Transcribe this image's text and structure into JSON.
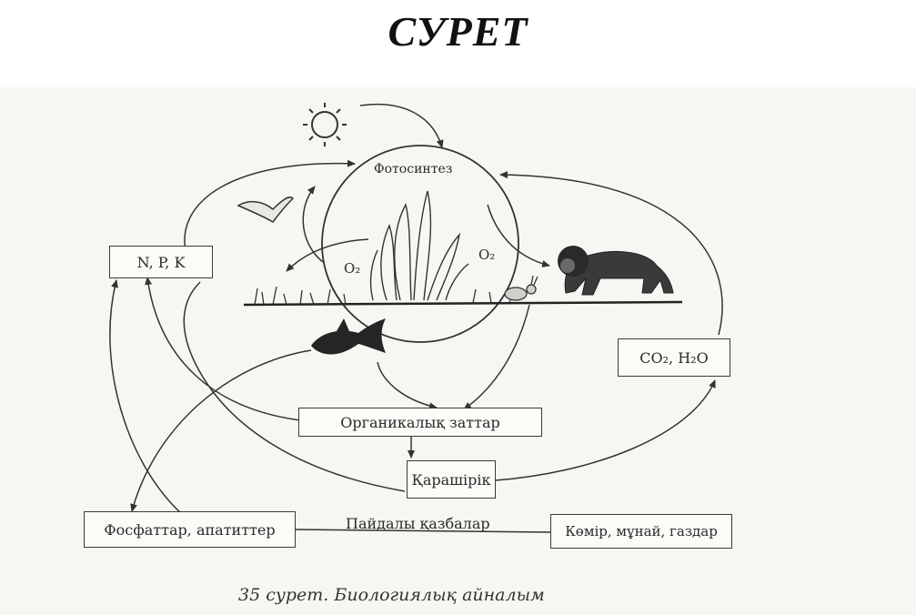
{
  "title": "СУРЕТ",
  "diagram": {
    "photosynthesis": "Фотосинтез",
    "o2_left": "O₂",
    "o2_right": "O₂",
    "npk": "N, P, K",
    "co2_h2o": "CO₂, H₂O",
    "organic": "Органикалық заттар",
    "humus": "Қарашірік",
    "minerals": "Пайдалы қазбалар",
    "phosphates": "Фосфаттар, апатиттер",
    "fuels": "Көмір, мұнай, газдар"
  },
  "caption": "35 сурет. Биологиялық айналым"
}
